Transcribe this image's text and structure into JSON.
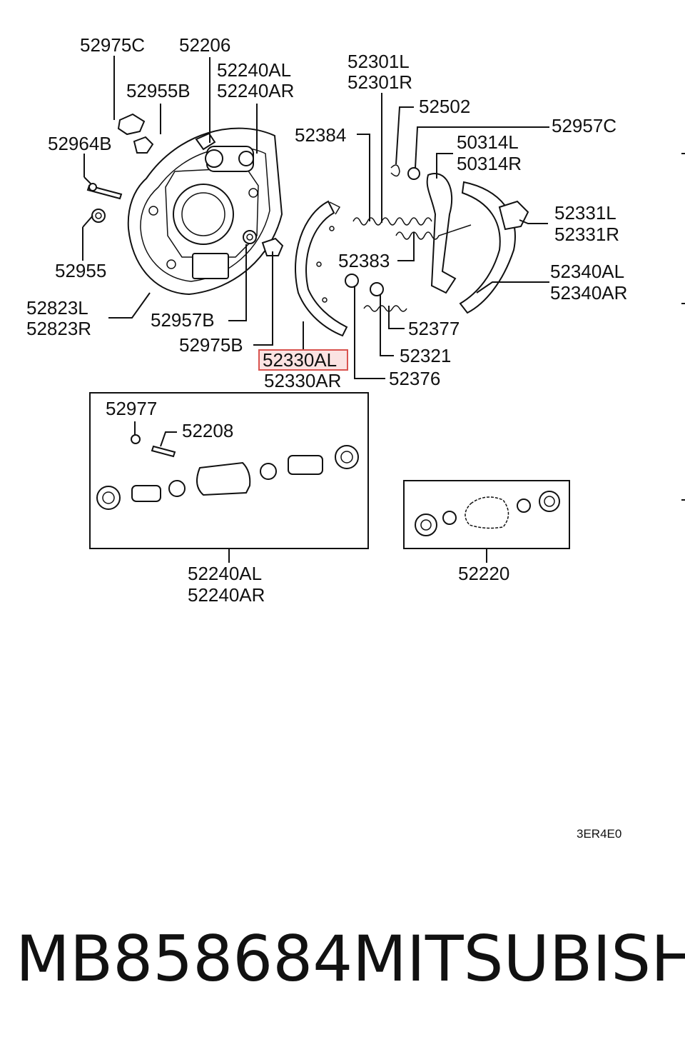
{
  "diagram": {
    "labels": {
      "p52975C": "52975C",
      "p52206": "52206",
      "p52240AL_top": "52240AL",
      "p52240AR_top": "52240AR",
      "p52955B": "52955B",
      "p52964B": "52964B",
      "p52955": "52955",
      "p52823L": "52823L",
      "p52823R": "52823R",
      "p52957B": "52957B",
      "p52975B": "52975B",
      "p52330AL": "52330AL",
      "p52330AR": "52330AR",
      "p52301L": "52301L",
      "p52301R": "52301R",
      "p52502": "52502",
      "p52384": "52384",
      "p52957C": "52957C",
      "p50314L": "50314L",
      "p50314R": "50314R",
      "p52331L": "52331L",
      "p52331R": "52331R",
      "p52340AL": "52340AL",
      "p52340AR": "52340AR",
      "p52383": "52383",
      "p52377": "52377",
      "p52321": "52321",
      "p52376": "52376",
      "p52977": "52977",
      "p52208": "52208",
      "p52240AL_kit": "52240AL",
      "p52240AR_kit": "52240AR",
      "p52220": "52220"
    },
    "code": "3ER4E0",
    "highlight_color": "#d9534f",
    "highlight_fill": "#fbe3e2"
  },
  "footer": {
    "part_number": "MB858684",
    "brand": "MITSUBISHI"
  }
}
